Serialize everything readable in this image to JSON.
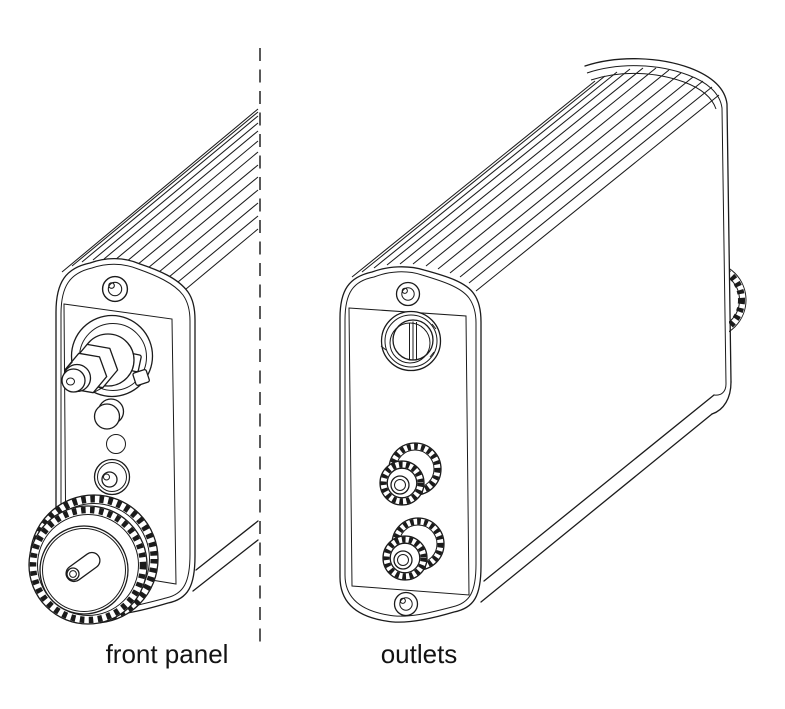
{
  "figure": {
    "type": "technical line drawing, two isometric views of an instrument module",
    "background_color": "#ffffff",
    "line_color": "#1b1b1b",
    "separator": "vertical dashed section line",
    "views": {
      "left": {
        "caption": "front panel",
        "components": [
          "mounting screw",
          "fiber connector with hex nut",
          "push button",
          "led hole",
          "coax connector",
          "large knurled rotary knob with slot"
        ]
      },
      "right": {
        "caption": "outlets",
        "components": [
          "mounting screw",
          "keyed round socket",
          "upper binding post",
          "lower binding post",
          "mounting screw",
          "knob seen edge-on at far side"
        ]
      }
    }
  }
}
